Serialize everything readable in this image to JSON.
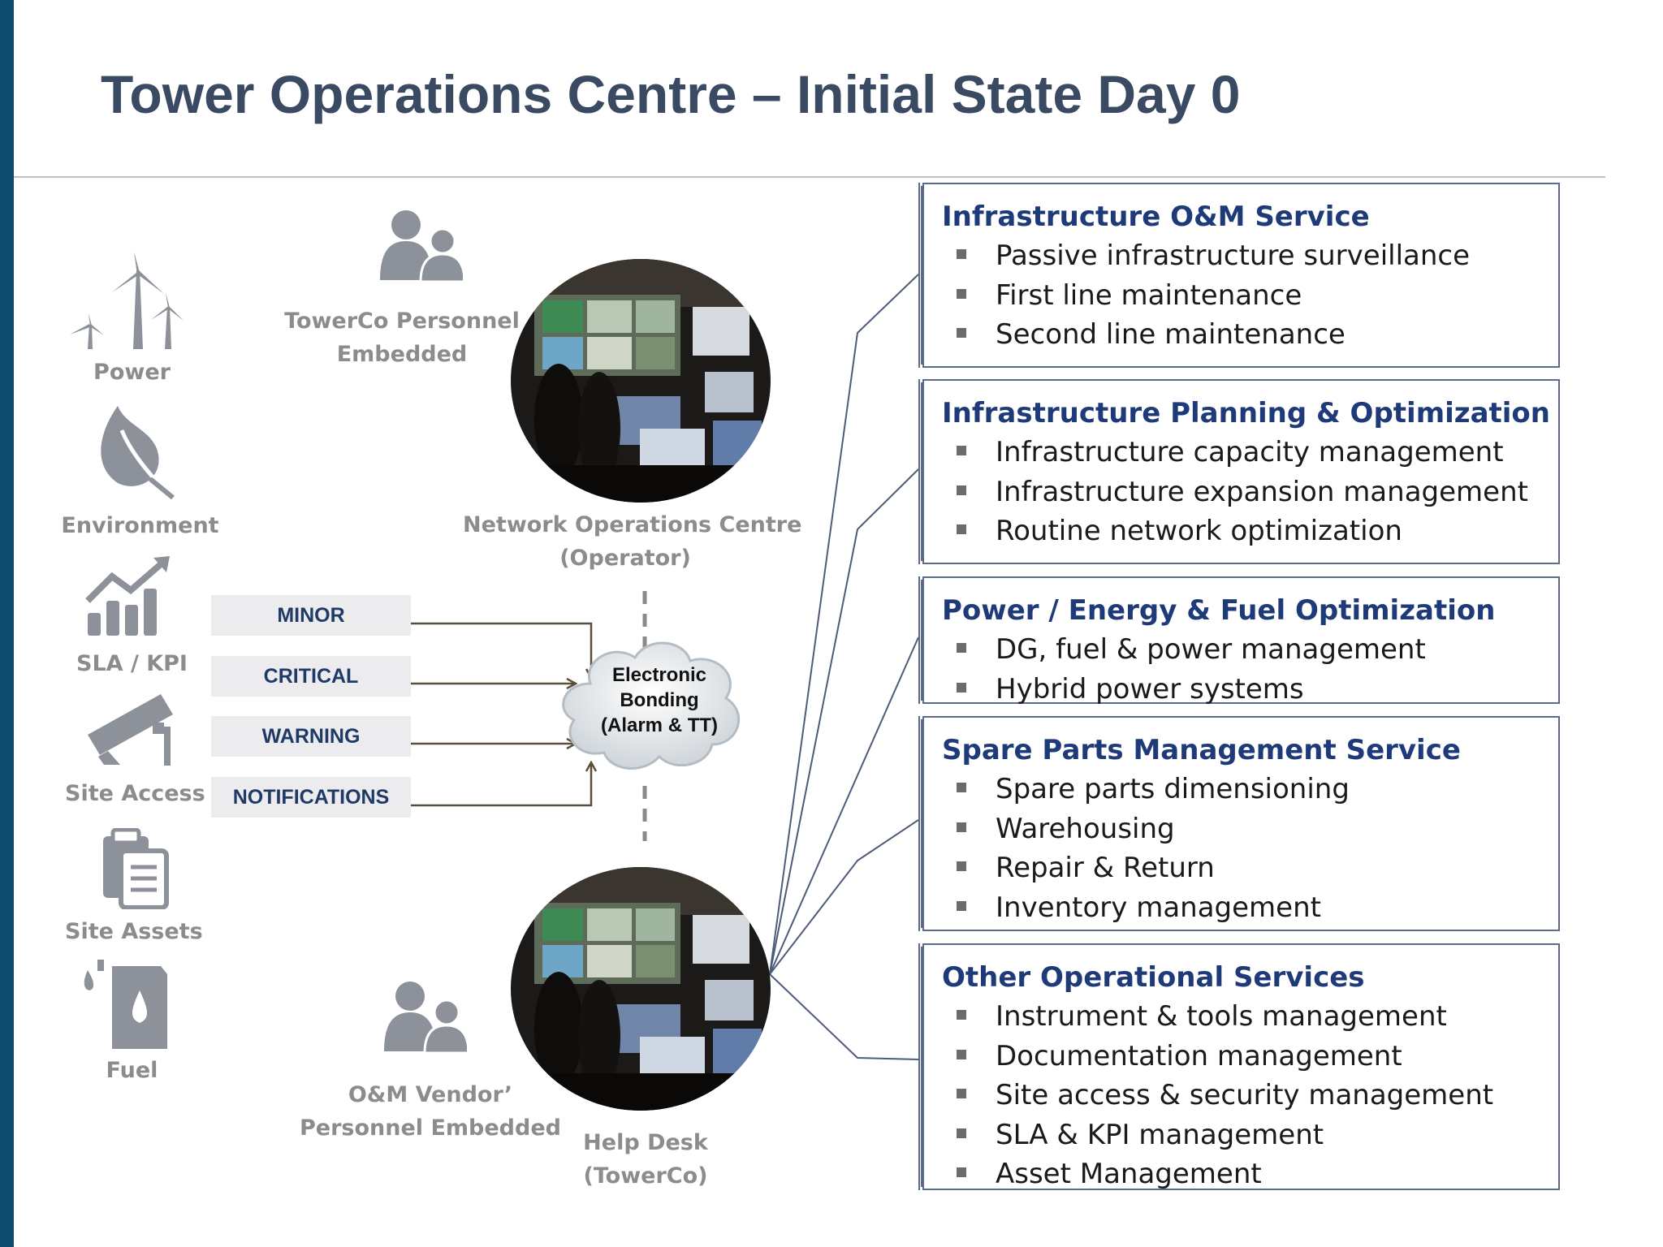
{
  "title": "Tower Operations Centre – Initial State Day 0",
  "colors": {
    "accent_bar": "#0d4a6e",
    "title": "#3b4a63",
    "box_heading": "#1f3a78",
    "alarm_text": "#1f3a66",
    "icon_gray": "#8c919a"
  },
  "left_icons": [
    {
      "icon": "wind-turbine-icon",
      "label": "Power"
    },
    {
      "icon": "leaf-icon",
      "label": "Environment"
    },
    {
      "icon": "bar-chart-trend-icon",
      "label": "SLA / KPI"
    },
    {
      "icon": "security-camera-icon",
      "label": "Site Access"
    },
    {
      "icon": "clipboard-documents-icon",
      "label": "Site Assets"
    },
    {
      "icon": "fuel-can-icon",
      "label": "Fuel"
    }
  ],
  "alarms": [
    "MINOR",
    "CRITICAL",
    "WARNING",
    "NOTIFICATIONS"
  ],
  "personnel_top": {
    "icon": "people-icon",
    "line1": "TowerCo Personnel",
    "line2": "Embedded"
  },
  "personnel_bottom": {
    "icon": "people-icon",
    "line1": "O&M Vendor’",
    "line2": "Personnel Embedded"
  },
  "noc": {
    "icon": "control-room-photo",
    "line1": "Network Operations Centre",
    "line2": "(Operator)"
  },
  "helpdesk": {
    "icon": "control-room-photo",
    "line1": "Help Desk",
    "line2": "(TowerCo)"
  },
  "cloud": {
    "icon": "cloud-icon",
    "line1": "Electronic",
    "line2": "Bonding",
    "line3": "(Alarm & TT)"
  },
  "services": [
    {
      "heading": "Infrastructure O&M Service",
      "items": [
        "Passive infrastructure surveillance",
        "First line maintenance",
        "Second line maintenance"
      ]
    },
    {
      "heading": "Infrastructure Planning & Optimization",
      "items": [
        "Infrastructure capacity management",
        "Infrastructure expansion management",
        "Routine network optimization"
      ]
    },
    {
      "heading": "Power / Energy & Fuel Optimization",
      "items": [
        "DG, fuel & power management",
        "Hybrid power systems"
      ]
    },
    {
      "heading": "Spare Parts Management Service",
      "items": [
        "Spare parts dimensioning",
        "Warehousing",
        "Repair & Return",
        "Inventory management"
      ]
    },
    {
      "heading": "Other Operational Services",
      "items": [
        "Instrument & tools management",
        "Documentation management",
        "Site access & security management",
        "SLA & KPI management",
        "Asset Management"
      ]
    }
  ]
}
